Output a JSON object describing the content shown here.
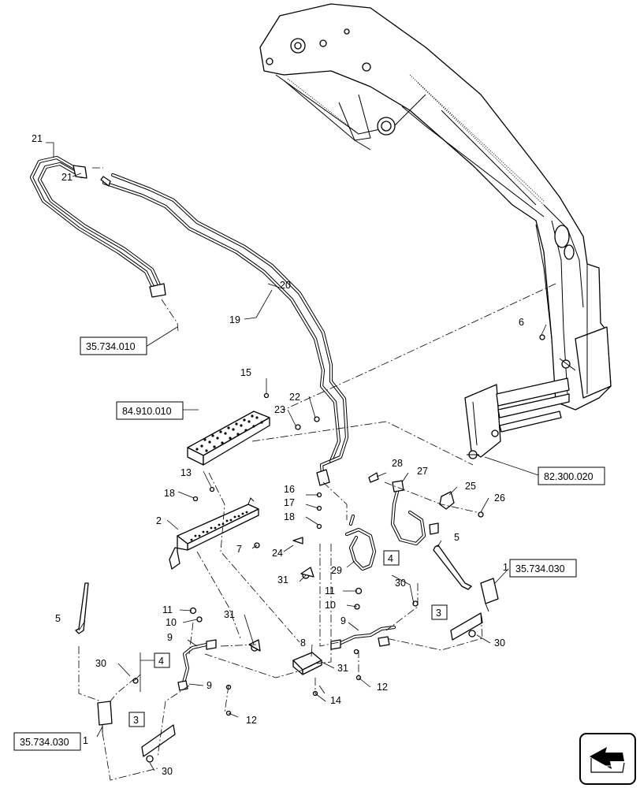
{
  "callouts": {
    "c1a": "1",
    "c1b": "1",
    "c2": "2",
    "c3a": "3",
    "c3b": "3",
    "c4a": "4",
    "c4b": "4",
    "c5a": "5",
    "c5b": "5",
    "c6": "6",
    "c7": "7",
    "c8": "8",
    "c9a": "9",
    "c9b": "9",
    "c9c": "9",
    "c10a": "10",
    "c10b": "10",
    "c11a": "11",
    "c11b": "11",
    "c12a": "12",
    "c12b": "12",
    "c13": "13",
    "c14": "14",
    "c15": "15",
    "c16": "16",
    "c17": "17",
    "c18a": "18",
    "c18b": "18",
    "c19": "19",
    "c20": "20",
    "c21a": "21",
    "c21b": "21",
    "c22": "22",
    "c23": "23",
    "c24": "24",
    "c25": "25",
    "c26": "26",
    "c27": "27",
    "c28": "28",
    "c29": "29",
    "c30a": "30",
    "c30b": "30",
    "c30c": "30",
    "c30d": "30",
    "c31a": "31",
    "c31b": "31",
    "c31c": "31"
  },
  "references": {
    "r1": "35.734.010",
    "r2": "84.910.010",
    "r3": "82.300.020",
    "r4": "35.734.030",
    "r5": "35.734.030"
  },
  "icons": {
    "nav": "navigation-arrow-icon"
  }
}
